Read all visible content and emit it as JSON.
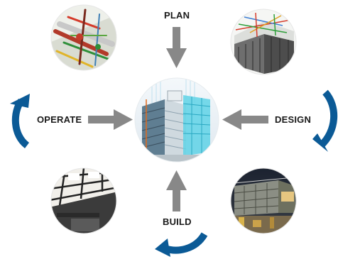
{
  "stages": {
    "plan": "PLAN",
    "design": "DESIGN",
    "build": "BUILD",
    "operate": "OPERATE"
  },
  "colors": {
    "arrow_gray": "#888888",
    "cycle_blue": "#0b5a96",
    "label_text": "#1a1a1a"
  },
  "images": [
    "central-bim-building-model",
    "plan-mep-pipe-model",
    "design-structural-model",
    "build-construction-site",
    "operate-ceiling-interior"
  ]
}
